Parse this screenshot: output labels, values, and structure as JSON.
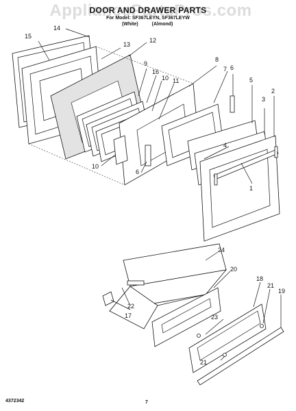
{
  "header": {
    "title": "DOOR AND DRAWER PARTS",
    "model_line": "For Model: SF367LEYN, SF367LEYW",
    "color_white": "(White)",
    "color_almond": "(Almond)",
    "watermark": "AppliancePartsPros.com"
  },
  "footer": {
    "code": "4372342",
    "page": "7"
  },
  "callouts": {
    "c1": "1",
    "c2": "2",
    "c3": "3",
    "c4": "4",
    "c5": "5",
    "c6a": "6",
    "c6b": "6",
    "c7": "7",
    "c8": "8",
    "c9": "9",
    "c10a": "10",
    "c10b": "10",
    "c11": "11",
    "c12": "12",
    "c13": "13",
    "c14": "14",
    "c15": "15",
    "c16": "16",
    "c17": "17",
    "c18": "18",
    "c19": "19",
    "c20": "20",
    "c21a": "21",
    "c21b": "21",
    "c22": "22",
    "c23": "23",
    "c24": "24"
  }
}
